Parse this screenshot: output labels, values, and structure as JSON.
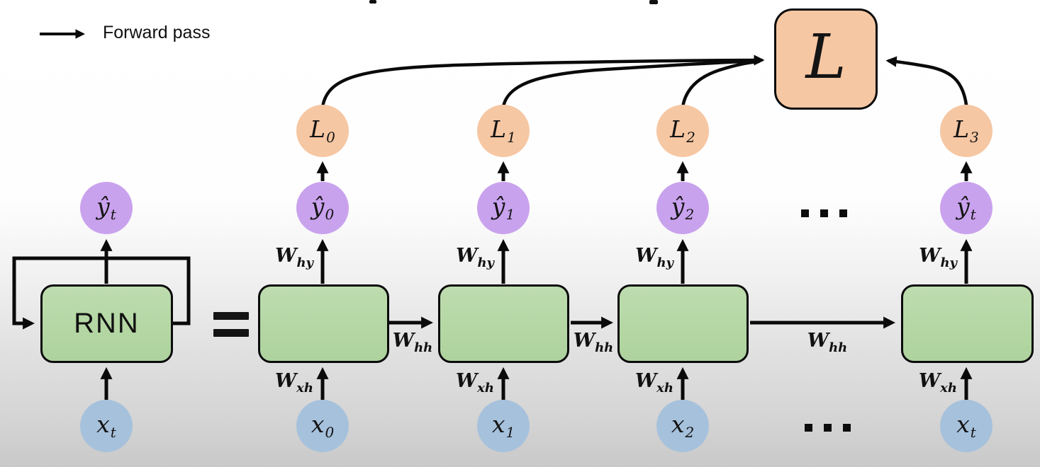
{
  "legend": {
    "label": "Forward pass"
  },
  "equals_sign": "=",
  "ellipsis": "⋯",
  "rolled": {
    "box_label": "RNN",
    "output": {
      "main": "ŷ",
      "sub": "t"
    },
    "input": {
      "main": "x",
      "sub": "t"
    }
  },
  "loss_total": {
    "label": "L"
  },
  "weights": {
    "why": {
      "main": "W",
      "sub": "hy"
    },
    "wxh": {
      "main": "W",
      "sub": "xh"
    },
    "whh": {
      "main": "W",
      "sub": "hh"
    }
  },
  "columns": [
    {
      "loss": {
        "main": "L",
        "sub": "0"
      },
      "output": {
        "main": "ŷ",
        "sub": "0"
      },
      "input": {
        "main": "x",
        "sub": "0"
      }
    },
    {
      "loss": {
        "main": "L",
        "sub": "1"
      },
      "output": {
        "main": "ŷ",
        "sub": "1"
      },
      "input": {
        "main": "x",
        "sub": "1"
      }
    },
    {
      "loss": {
        "main": "L",
        "sub": "2"
      },
      "output": {
        "main": "ŷ",
        "sub": "2"
      },
      "input": {
        "main": "x",
        "sub": "2"
      }
    },
    {
      "loss": {
        "main": "L",
        "sub": "3"
      },
      "output": {
        "main": "ŷ",
        "sub": "t"
      },
      "input": {
        "main": "x",
        "sub": "t"
      }
    }
  ],
  "colors": {
    "loss_fill": "#f6c7a3",
    "output_fill": "#c9a2ee",
    "input_fill": "#a6c1dc",
    "cell_fill": "#b4d7a4",
    "arrow": "#0a0a0a"
  }
}
